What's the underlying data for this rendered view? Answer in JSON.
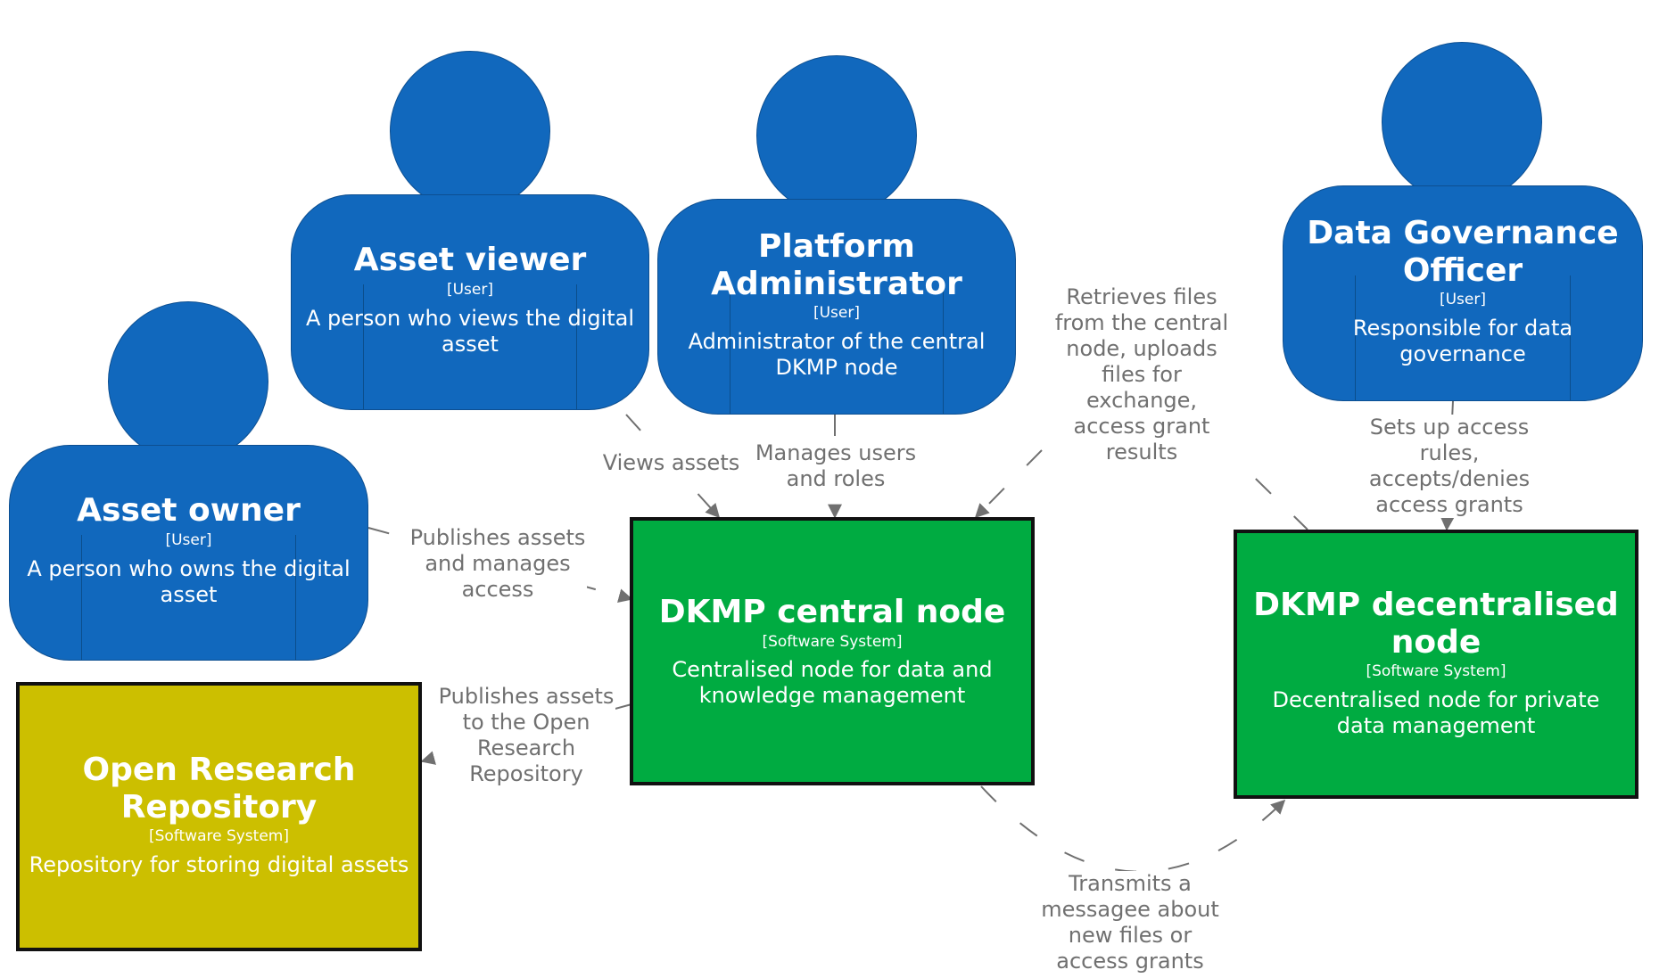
{
  "people": {
    "asset_owner": {
      "title": "Asset owner",
      "tag": "[User]",
      "desc": "A person who owns the digital asset"
    },
    "asset_viewer": {
      "title": "Asset viewer",
      "tag": "[User]",
      "desc": "A person who views the digital asset"
    },
    "platform_admin": {
      "title": "Platform Administrator",
      "tag": "[User]",
      "desc": "Administrator of the central DKMP node"
    },
    "dgo": {
      "title": "Data Governance Officer",
      "tag": "[User]",
      "desc": "Responsible for data governance"
    }
  },
  "systems": {
    "central": {
      "title": "DKMP central node",
      "tag": "[Software System]",
      "desc": "Centralised node for data and knowledge management",
      "color": "#00ab41"
    },
    "decentral": {
      "title": "DKMP decentralised node",
      "tag": "[Software System]",
      "desc": "Decentralised node for private data management",
      "color": "#00ab41"
    },
    "orr": {
      "title": "Open Research Repository",
      "tag": "[Software System]",
      "desc": "Repository for storing digital assets",
      "color": "#ccbf00"
    }
  },
  "relations": {
    "views": "Views assets",
    "manages": "Manages users and roles",
    "retrieves": "Retrieves files from the central node, uploads files for exchange, access grant results",
    "setsup": "Sets up access rules, accepts/denies access grants",
    "publishes": "Publishes assets and manages access",
    "publishes_orr": "Publishes assets to the Open Research Repository",
    "transmits": "Transmits a messagee about new files or access grants"
  },
  "colors": {
    "person": "#1168bd",
    "edge": "#707070",
    "border": "#111111"
  }
}
